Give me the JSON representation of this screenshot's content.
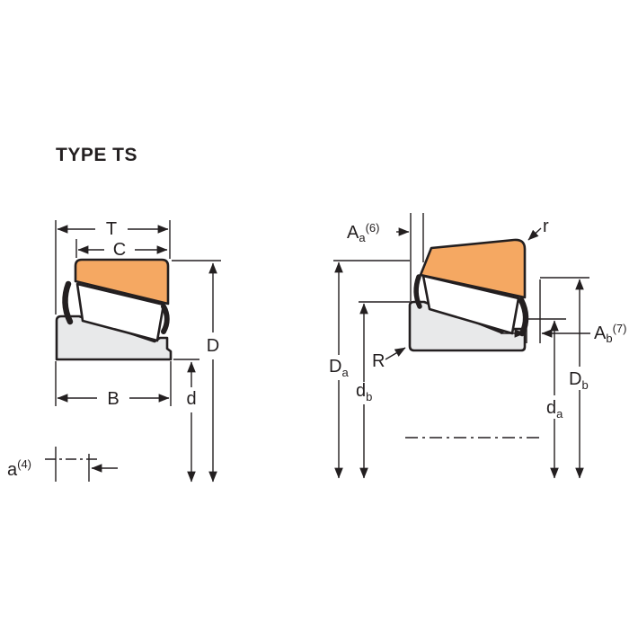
{
  "title": "TYPE TS",
  "colors": {
    "cup": "#F5A862",
    "cone": "#E8E9EA",
    "line": "#231F20"
  },
  "left": {
    "T": "T",
    "C": "C",
    "D": "D",
    "d": "d",
    "B": "B",
    "a": "a",
    "a_sup": "(4)"
  },
  "right": {
    "Aa": "A",
    "Aa_sub": "a",
    "Aa_sup": "(6)",
    "r": "r",
    "Ab": "A",
    "Ab_sub": "b",
    "Ab_sup": "(7)",
    "Da": "D",
    "Da_sub": "a",
    "db": "d",
    "db_sub": "b",
    "R": "R",
    "Db": "D",
    "Db_sub": "b",
    "da": "d",
    "da_sub": "a"
  }
}
